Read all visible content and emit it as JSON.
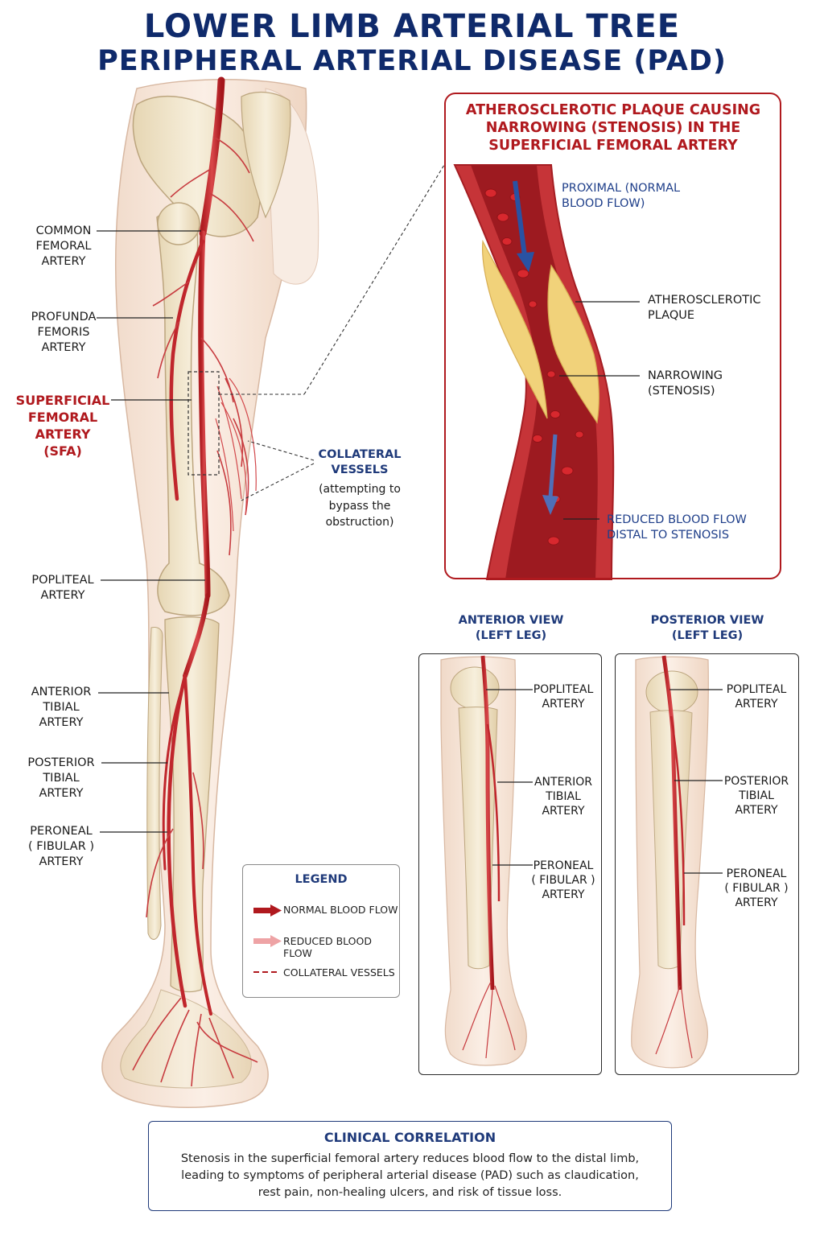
{
  "title": {
    "line1": "LOWER LIMB ARTERIAL TREE",
    "line2": "PERIPHERAL ARTERIAL DISEASE (PAD)"
  },
  "main_labels": {
    "common_femoral": [
      "COMMON",
      "FEMORAL",
      "ARTERY"
    ],
    "profunda": [
      "PROFUNDA",
      "FEMORIS",
      "ARTERY"
    ],
    "sfa": [
      "SUPERFICIAL",
      "FEMORAL",
      "ARTERY",
      "(SFA)"
    ],
    "popliteal": [
      "POPLITEAL",
      "ARTERY"
    ],
    "anterior_tibial": [
      "ANTERIOR",
      "TIBIAL",
      "ARTERY"
    ],
    "posterior_tibial": [
      "POSTERIOR",
      "TIBIAL",
      "ARTERY"
    ],
    "peroneal": [
      "PERONEAL",
      "( FIBULAR )",
      "ARTERY"
    ]
  },
  "collateral": {
    "title": [
      "COLLATERAL",
      "VESSELS"
    ],
    "note": [
      "(attempting to",
      "bypass the",
      "obstruction)"
    ]
  },
  "inset": {
    "title": [
      "ATHEROSCLEROTIC PLAQUE CAUSING",
      "NARROWING (STENOSIS) IN THE",
      "SUPERFICIAL FEMORAL ARTERY"
    ],
    "proximal": [
      "PROXIMAL (NORMAL",
      "BLOOD FLOW)"
    ],
    "plaque": [
      "ATHEROSCLEROTIC",
      "PLAQUE"
    ],
    "narrowing": [
      "NARROWING",
      "(STENOSIS)"
    ],
    "reduced": [
      "REDUCED BLOOD FLOW",
      "DISTAL TO STENOSIS"
    ]
  },
  "anterior_view": {
    "heading": [
      "ANTERIOR VIEW",
      "(LEFT LEG)"
    ],
    "popliteal": [
      "POPLITEAL",
      "ARTERY"
    ],
    "anterior_tibial": [
      "ANTERIOR",
      "TIBIAL",
      "ARTERY"
    ],
    "peroneal": [
      "PERONEAL",
      "( FIBULAR )",
      "ARTERY"
    ]
  },
  "posterior_view": {
    "heading": [
      "POSTERIOR VIEW",
      "(LEFT LEG)"
    ],
    "popliteal": [
      "POPLITEAL",
      "ARTERY"
    ],
    "posterior_tibial": [
      "POSTERIOR",
      "TIBIAL",
      "ARTERY"
    ],
    "peroneal": [
      "PERONEAL",
      "( FIBULAR )",
      "ARTERY"
    ]
  },
  "legend": {
    "title": "LEGEND",
    "items": [
      "NORMAL BLOOD FLOW",
      "REDUCED BLOOD FLOW",
      "COLLATERAL VESSELS"
    ]
  },
  "clinical": {
    "title": "CLINICAL CORRELATION",
    "lines": [
      "Stenosis in the superficial femoral artery reduces blood flow to the distal limb,",
      "leading to symptoms of peripheral arterial disease (PAD) such as claudication,",
      "rest pain, non-healing ulcers, and risk of tissue loss."
    ]
  },
  "colors": {
    "artery": "#c0262c",
    "navy": "#1f3a7a",
    "accent_red": "#b0191e",
    "plaque": "#f1d27a",
    "bone": "#efe3c8"
  },
  "icons": [
    "red-arrow-icon",
    "pink-arrow-icon",
    "dashed-line-icon",
    "blue-flow-arrow-icon"
  ]
}
